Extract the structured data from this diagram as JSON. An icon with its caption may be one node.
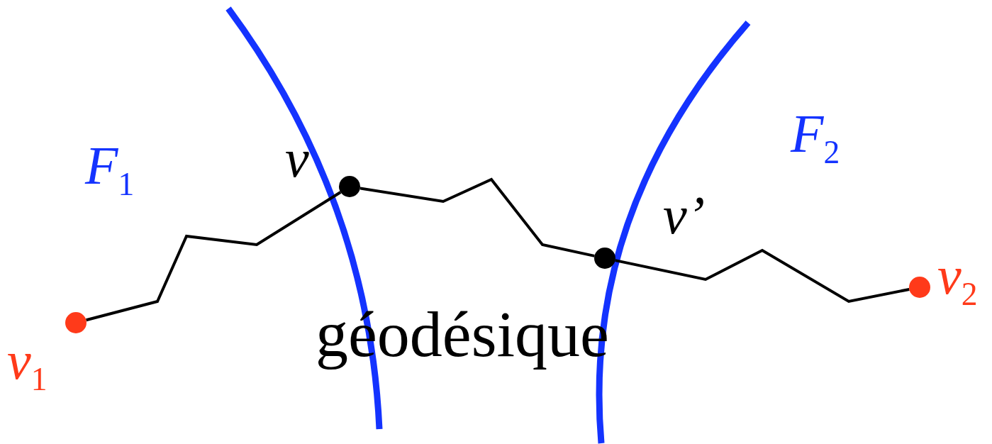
{
  "diagram": {
    "nodes": [
      {
        "text": [],
        "shape": "circle",
        "beside": [
          "*v*$_{1}$"
        ]
      },
      {
        "text": [],
        "shape": "circle",
        "beside": [
          "v"
        ]
      },
      {
        "text": [],
        "shape": "circle",
        "beside": [
          "v’"
        ]
      },
      {
        "text": [],
        "shape": "circle",
        "beside": [
          "*v*$_{2}$"
        ]
      }
    ],
    "edges": [
      {
        "from": 0,
        "to": 1,
        "arrow": "none"
      },
      {
        "from": 1,
        "to": 2,
        "arrow": "none"
      },
      {
        "from": 2,
        "to": 3,
        "arrow": "none"
      }
    ],
    "labels": [
      "*F*$_{1}$",
      "*F*$_{2}$",
      "géodésique"
    ]
  }
}
